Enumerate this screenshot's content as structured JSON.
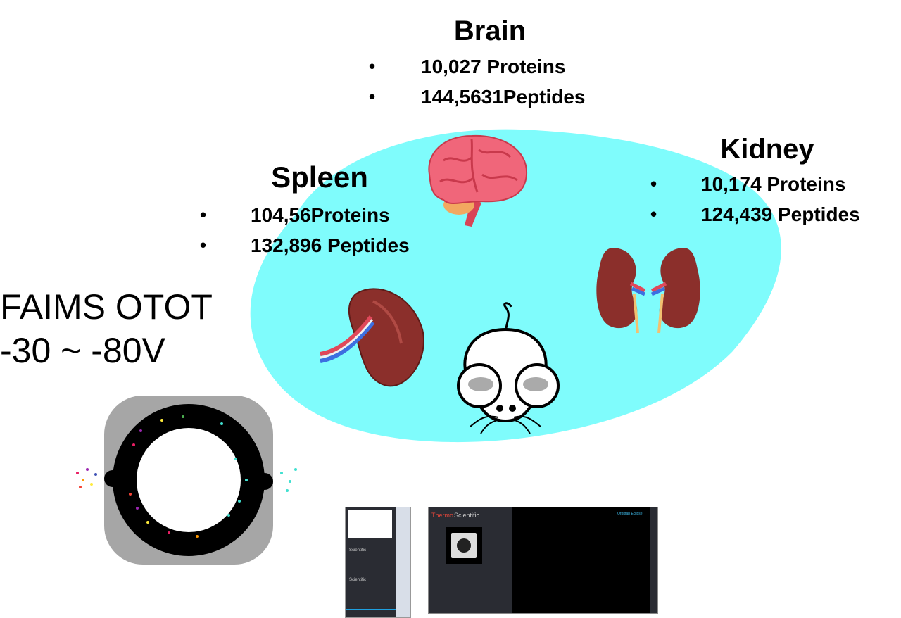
{
  "brain": {
    "title": "Brain",
    "stats": [
      "10,027 Proteins",
      "144,5631Peptides"
    ]
  },
  "spleen": {
    "title": "Spleen",
    "stats": [
      "104,56Proteins",
      "132,896 Peptides"
    ]
  },
  "kidney": {
    "title": "Kidney",
    "stats": [
      "10,174 Proteins",
      "124,439 Peptides"
    ]
  },
  "faims": {
    "line1": "FAIMS OTOT",
    "line2": "-30 ~ -80V"
  },
  "instrument": {
    "ms_brand_a": "Thermo",
    "ms_brand_b": "Scientific",
    "ms_model": "Orbitrap Eclipse",
    "lc_label_1": "Scientific",
    "lc_label_2": "Scientific"
  },
  "colors": {
    "background_blob": "#7ffcfc",
    "brain": "#f0667a",
    "organ": "#8b2f2b",
    "device_body": "#2a2c33"
  }
}
